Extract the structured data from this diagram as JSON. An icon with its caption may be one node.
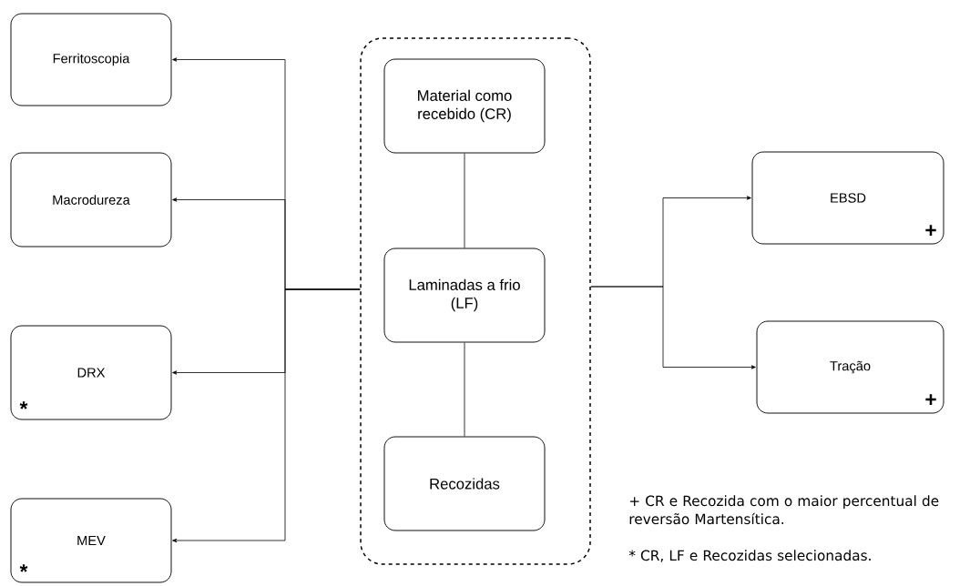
{
  "diagram": {
    "nodes": [
      {
        "text": [
          "Ferritoscopia"
        ]
      },
      {
        "text": [
          "Macrodureza"
        ]
      },
      {
        "text": [
          "DRX",
          "*"
        ]
      },
      {
        "text": [
          "MEV",
          "*"
        ]
      },
      {
        "text": [],
        "shape": "box"
      },
      {
        "text": [
          "Material como recebido (CR)"
        ],
        "in": 4
      },
      {
        "text": [
          "Laminadas a frio (LF)"
        ],
        "in": 4
      },
      {
        "text": [
          "Recozidas"
        ],
        "in": 4
      },
      {
        "text": [
          "EBSD",
          "+"
        ]
      },
      {
        "text": [
          "Tração",
          "+"
        ]
      }
    ],
    "edges": [
      {
        "from": 4,
        "to": 0,
        "arrow": "to"
      },
      {
        "from": 4,
        "to": 1,
        "arrow": "to"
      },
      {
        "from": 4,
        "to": 2,
        "arrow": "to"
      },
      {
        "from": 4,
        "to": 3,
        "arrow": "to"
      },
      {
        "from": 5,
        "to": 6,
        "arrow": "none"
      },
      {
        "from": 6,
        "to": 7,
        "arrow": "none"
      },
      {
        "from": 4,
        "to": 8,
        "arrow": "to"
      },
      {
        "from": 4,
        "to": 9,
        "arrow": "to"
      }
    ],
    "labels": [
      "+ CR e Recozida com o maior percentual de reversão Martensítica.",
      "* CR, LF e Recozidas selecionadas."
    ]
  }
}
